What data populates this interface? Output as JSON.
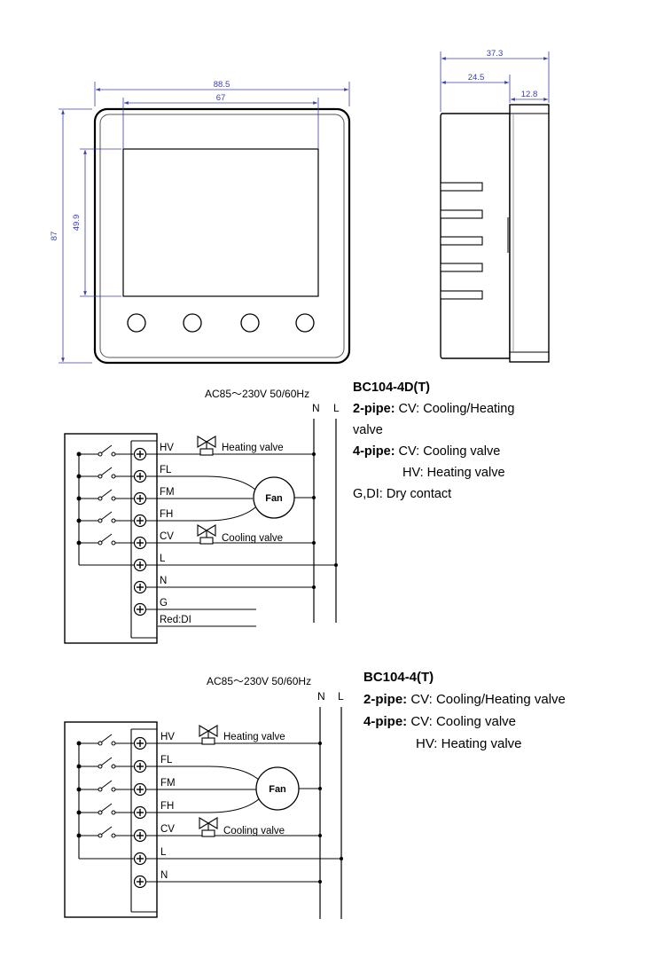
{
  "drawing": {
    "front": {
      "outer_width": "88.5",
      "screen_width": "67",
      "outer_height": "87",
      "screen_height": "49.9"
    },
    "side": {
      "total_depth": "37.3",
      "front_depth": "24.5",
      "back_depth": "12.8"
    }
  },
  "wiring1": {
    "supply": "AC85～230V   50/60Hz",
    "n": "N",
    "l": "L",
    "terminals": [
      "HV",
      "FL",
      "FM",
      "FH",
      "CV",
      "L",
      "N",
      "G",
      "Red:DI"
    ],
    "heating_valve": "Heating valve",
    "cooling_valve": "Cooling valve",
    "fan": "Fan"
  },
  "wiring2": {
    "supply": "AC85～230V   50/60Hz",
    "n": "N",
    "l": "L",
    "terminals": [
      "HV",
      "FL",
      "FM",
      "FH",
      "CV",
      "L",
      "N"
    ],
    "heating_valve": "Heating valve",
    "cooling_valve": "Cooling valve",
    "fan": "Fan"
  },
  "legend1": {
    "model": "BC104-4D(T)",
    "two_pipe_key": "2-pipe:",
    "two_pipe_val": " CV: Cooling/Heating",
    "two_pipe_cont": "valve",
    "four_pipe_key": "4-pipe:",
    "four_pipe_val": " CV: Cooling valve",
    "four_pipe_hv": "HV: Heating valve",
    "dry": "G,DI: Dry contact"
  },
  "legend2": {
    "model": "BC104-4(T)",
    "two_pipe_key": "2-pipe:",
    "two_pipe_val": " CV: Cooling/Heating valve",
    "four_pipe_key": "4-pipe:",
    "four_pipe_val": " CV: Cooling valve",
    "four_pipe_hv": "HV: Heating valve"
  }
}
